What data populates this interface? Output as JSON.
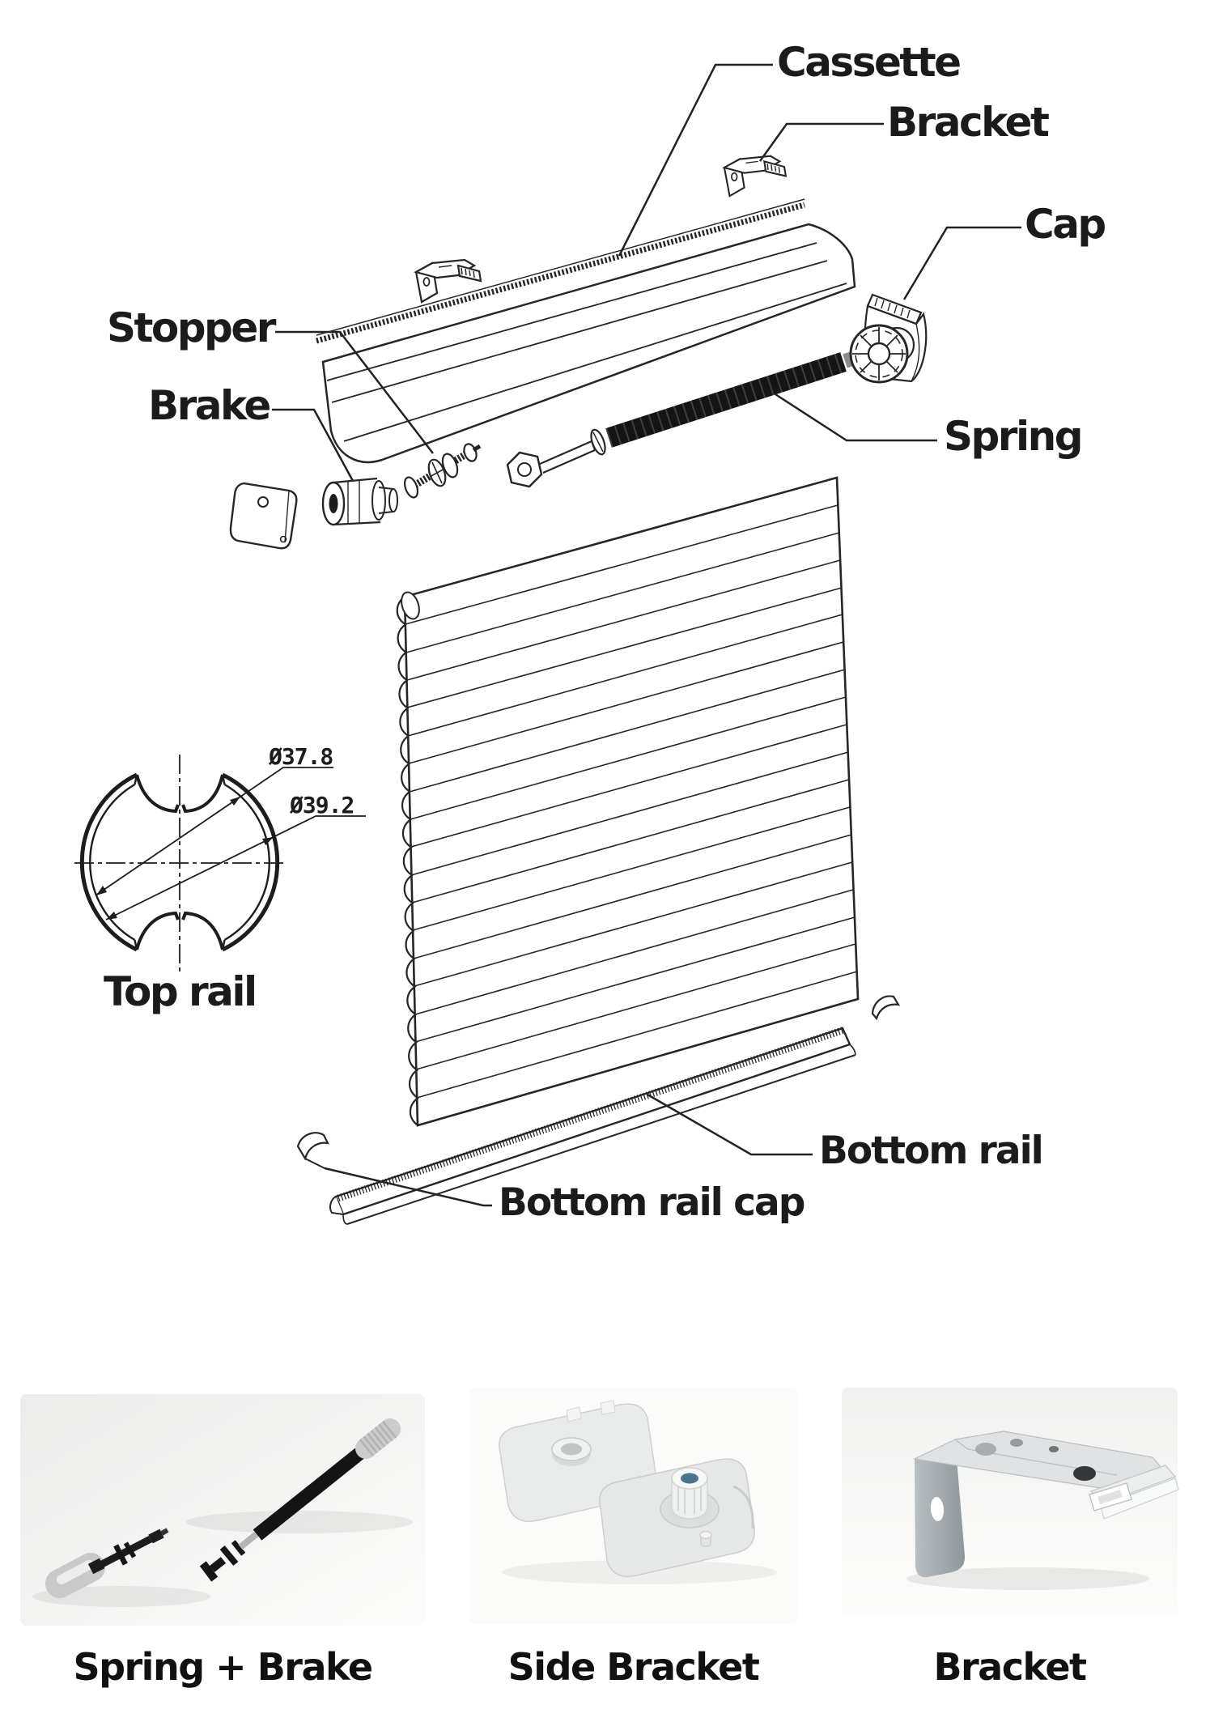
{
  "diagram": {
    "labels": {
      "cassette": "Cassette",
      "bracket": "Bracket",
      "cap": "Cap",
      "stopper": "Stopper",
      "brake": "Brake",
      "spring": "Spring",
      "top_rail": "Top rail",
      "bottom_rail": "Bottom rail",
      "bottom_rail_cap": "Bottom rail cap"
    },
    "dimensions": {
      "inner_diameter": "Ø37.8",
      "outer_diameter": "Ø39.2"
    }
  },
  "parts_row": {
    "items": [
      {
        "label": "Spring + Brake"
      },
      {
        "label": "Side Bracket"
      },
      {
        "label": "Bracket"
      }
    ]
  },
  "colors": {
    "ink": "#1b1b1b",
    "line": "#262626",
    "photo_hole_accent": "#49758e"
  }
}
